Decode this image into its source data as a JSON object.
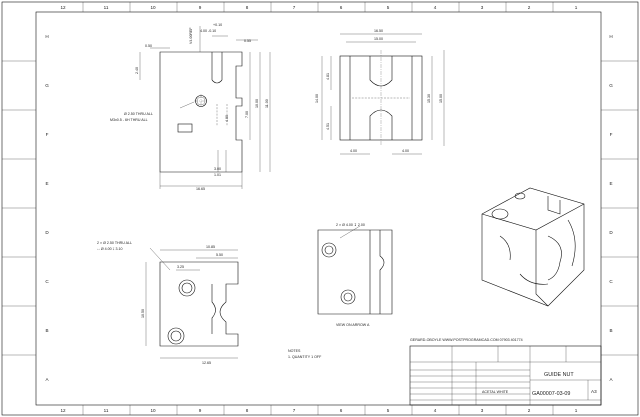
{
  "sheet": {
    "column_labels_top": [
      "12",
      "11",
      "10",
      "9",
      "8",
      "7",
      "6",
      "5",
      "4",
      "3",
      "2",
      "1"
    ],
    "column_labels_bottom": [
      "12",
      "11",
      "10",
      "9",
      "8",
      "7",
      "6",
      "5",
      "4",
      "3",
      "2",
      "1"
    ],
    "row_labels": [
      "H",
      "G",
      "F",
      "E",
      "D",
      "C",
      "B",
      "A"
    ]
  },
  "front_view": {
    "dims": {
      "top_tol_plus": "+0.10",
      "top_tol_main": "4.00 -0.10",
      "v_label": "V4.00REF",
      "d055": "0.55",
      "d050": "0.50",
      "d240": "2.40",
      "d700": "7.00",
      "d1000": "10.00",
      "d1100": "11.00",
      "d400": "4.00",
      "d300": "3.00",
      "d101": "1.01",
      "width": "16.65"
    },
    "note_line1": "Ø 2.50 THRU ALL",
    "note_line2": "M3x0.5 - 6H THRU ALL"
  },
  "side_view": {
    "dims": {
      "d1650": "16.50",
      "d1500": "15.00",
      "d1400": "14.00",
      "d1530": "15.30",
      "d1500v": "15.00",
      "d481a": "4.81",
      "d481b": "4.51",
      "d400a": "4.00",
      "d400b": "4.00"
    }
  },
  "bottom_view": {
    "note_line1": "2 × Ø 2.50 THRU ALL",
    "note_line2": "⌴ Ø 4.00 ↧ 3.10",
    "dims": {
      "d1085": "10.85",
      "d325": "3.25",
      "d550": "5.50",
      "d1050": "10.50",
      "d1265": "12.65"
    }
  },
  "arrow_view": {
    "note": "2 × Ø 4.00 ↧ 2.00",
    "caption": "VIEW ON ARROW A"
  },
  "notes": {
    "heading": "NOTES",
    "line1": "1.    QUANTITY 1 OFF"
  },
  "company_line": "GERARD-OBOYLE WWW.POSTPROGRAMCAD.COM 07903 401774",
  "title_block": {
    "title": "GUIDE NUT",
    "drawing_number": "GA00007-03-09",
    "size": "A3",
    "material": "ACETAL WHITE"
  },
  "colors": {
    "line": "#111111",
    "paper": "#ffffff"
  }
}
